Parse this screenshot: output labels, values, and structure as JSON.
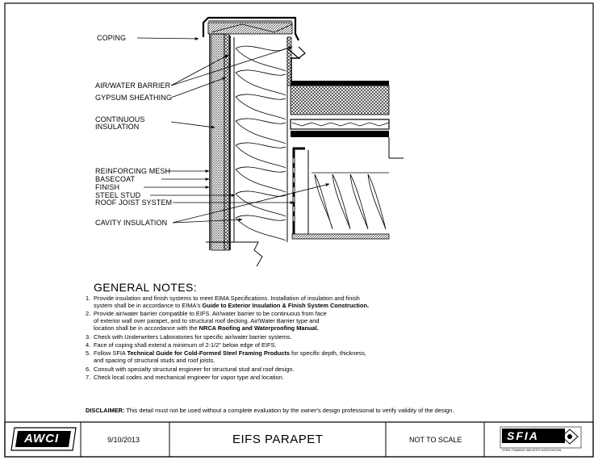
{
  "labels": {
    "coping": "COPING",
    "air_water_barrier": "AIR/WATER BARRIER",
    "gypsum_sheathing": "GYPSUM SHEATHING",
    "continuous_insulation": [
      "CONTINUOUS",
      "INSULATION"
    ],
    "reinforcing_mesh": "REINFORCING MESH",
    "basecoat": "BASECOAT",
    "finish": "FINISH",
    "steel_stud": "STEEL STUD",
    "roof_joist_system": "ROOF JOIST SYSTEM",
    "cavity_insulation": "CAVITY INSULATION"
  },
  "notes": {
    "title": "GENERAL NOTES:",
    "items": [
      {
        "num": "1.",
        "parts": [
          {
            "t": "Provide insulation and finish systems to meet EIMA Specifications. Installation of insulation and finish"
          },
          {
            "br": true
          },
          {
            "t": "system shall be in accordance to EIMA's "
          },
          {
            "b": "Guide to Exterior Insulation & Finish System Construction."
          }
        ]
      },
      {
        "num": "2.",
        "parts": [
          {
            "t": "Provide air/water barrier compatible to EIFS. Air/water barrier to be continuous from face"
          },
          {
            "br": true
          },
          {
            "t": "of exterior wall over parapet, and to structural roof decking. Air/Water Barrier type and"
          },
          {
            "br": true
          },
          {
            "t": "location shall be in accordance with the "
          },
          {
            "b": "NRCA Roofing and Waterproofing Manual."
          }
        ]
      },
      {
        "num": "3.",
        "parts": [
          {
            "t": "Check with Underwriters Laboratories for specific air/water barrier systems."
          }
        ]
      },
      {
        "num": "4.",
        "parts": [
          {
            "t": "Face of coping shall extend a minimum of 2-1/2\" below edge of EIFS."
          }
        ]
      },
      {
        "num": "5.",
        "parts": [
          {
            "t": "Follow SFIA "
          },
          {
            "b": "Technical Guide for Cold-Formed Steel Framing Products"
          },
          {
            "t": " for specific depth, thickness,"
          },
          {
            "br": true
          },
          {
            "t": "and spacing of structural studs and roof joists."
          }
        ]
      },
      {
        "num": "6.",
        "parts": [
          {
            "t": "Consult with specialty structural engineer for structural stud and roof design."
          }
        ]
      },
      {
        "num": "7.",
        "parts": [
          {
            "t": "Check local codes and mechanical engineer for vapor type and location."
          }
        ]
      }
    ]
  },
  "disclaimer": {
    "label": "DISCLAIMER:",
    "text": " This detail must not be used without a complete evaluation by the owner's design professional to verify validity of the design."
  },
  "title_block": {
    "logo_left": "AWCI",
    "date": "9/10/2013",
    "title": "EIFS PARAPET",
    "scale": "NOT TO SCALE",
    "logo_right": "SFIA",
    "logo_right_sub": "STEEL FRAMING INDUSTRY ASSOCIATION"
  }
}
